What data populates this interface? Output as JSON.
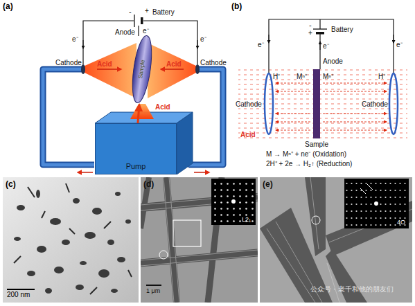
{
  "diagram": {
    "nodes": [
      {
        "text": [
          "Sample"
        ]
      },
      {
        "text": [
          "Pump"
        ]
      },
      {
        "text": [
          "Sample"
        ]
      },
      {
        "text": [
          "(c)",
          "200 nm"
        ]
      },
      {
        "text": [
          "(d)",
          "1 μm"
        ]
      },
      {
        "text": [
          "L2₁"
        ],
        "in": 4
      },
      {
        "text": [
          "(e)"
        ]
      },
      {
        "text": [
          "4O"
        ],
        "in": 6
      }
    ],
    "edges": [
      {
        "from": 1,
        "to": 0,
        "arrow": "to"
      }
    ],
    "labels": [
      "(a)",
      "-",
      "+",
      "Battery",
      "e⁻",
      "e⁻",
      "e⁻",
      "Anode",
      "Cathode",
      "Cathode",
      "Acid",
      "Acid",
      "Acid",
      "(b)",
      "-",
      "+",
      "Battery",
      "e⁻",
      "e⁻",
      "e⁻",
      "Anode",
      "Cathode",
      "Cathode",
      "H⁺",
      "H⁺",
      "Mⁿ⁺",
      "Mⁿ⁺",
      "Acid",
      "M → Mⁿ⁺ + ne⁻ (Oxidation)",
      "2H⁺ + 2e → H₂↑ (Reduction)",
      "公众号 · 老千和他的朋友们"
    ]
  }
}
